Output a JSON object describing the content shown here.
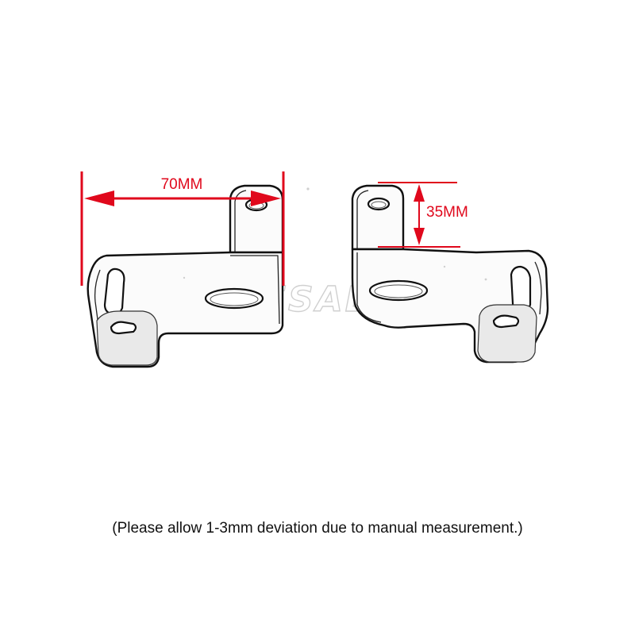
{
  "dimensions": {
    "width_label": "70MM",
    "height_label": "35MM",
    "color": "#e0081c"
  },
  "watermark": {
    "text": "FSADV"
  },
  "footnote": {
    "text": "(Please allow 1-3mm deviation due to manual measurement.)"
  }
}
